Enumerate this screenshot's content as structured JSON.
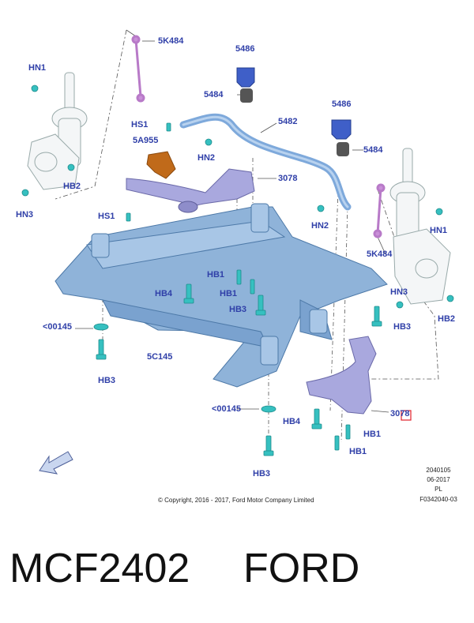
{
  "diagram": {
    "labels": {
      "l_5K484_top": "5K484",
      "l_5486_l": "5486",
      "l_5484_l": "5484",
      "l_5482": "5482",
      "l_5486_r": "5486",
      "l_5484_r": "5484",
      "l_HN1_l": "HN1",
      "l_HS1_top": "HS1",
      "l_5A955": "5A955",
      "l_HN2_l": "HN2",
      "l_HB2_l": "HB2",
      "l_HN3_l": "HN3",
      "l_3078_top": "3078",
      "l_HS1_mid": "HS1",
      "l_HN2_r": "HN2",
      "l_HN1_r": "HN1",
      "l_5K484_r": "5K484",
      "l_HB1_a": "HB1",
      "l_HB4_l": "HB4",
      "l_HB1_b": "HB1",
      "l_HB3_mid": "HB3",
      "l_HN3_r": "HN3",
      "l_HB3_r": "HB3",
      "l_HB2_r": "HB2",
      "l_00145_l": "<00145",
      "l_5C145": "5C145",
      "l_HB3_l": "HB3",
      "l_00145_b": "<00145",
      "l_3078_b": "3078",
      "l_HB4_b": "HB4",
      "l_HB1_c": "HB1",
      "l_HB1_d": "HB1",
      "l_HB3_b": "HB3"
    },
    "stamp_lines": [
      "2040105",
      "06-2017",
      "PL",
      "F0342040-03"
    ],
    "copyright": "© Copyright, 2016 - 2017, Ford Motor Company Limited"
  },
  "caption": {
    "part_number": "MCF2402",
    "brand": "FORD"
  },
  "colors": {
    "label_blue": "#2f3fa8",
    "subframe_blue": "#8fb3d9",
    "arm_blue": "#a9a8de",
    "bushing_dark": "#555555",
    "bracket_orange": "#c06a1a",
    "link_purple": "#b87ac8",
    "fastener_teal": "#36c0c0",
    "highlight_red": "#e0202a"
  }
}
